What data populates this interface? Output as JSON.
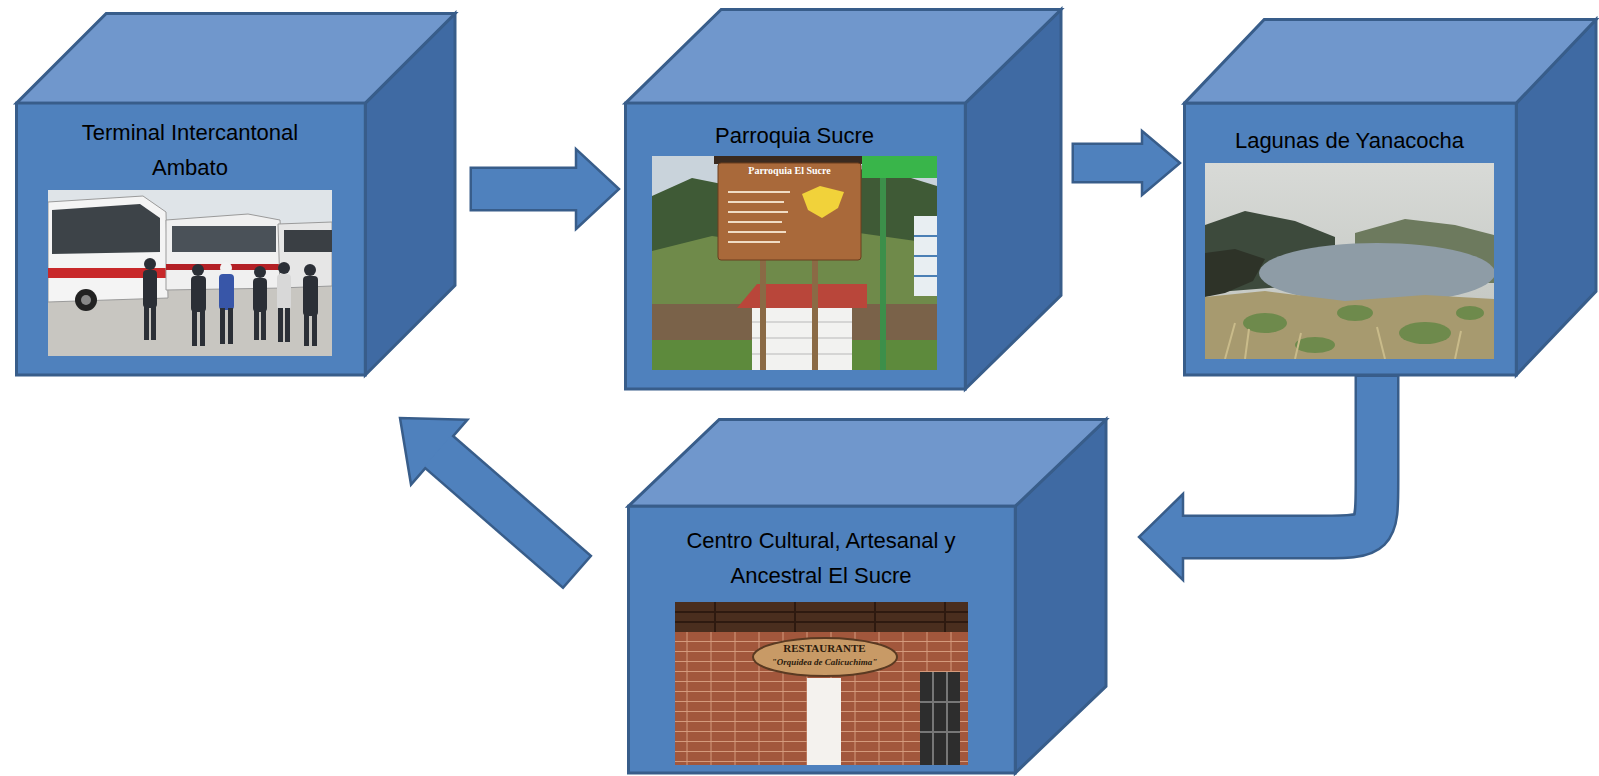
{
  "diagram": {
    "nodes": [
      {
        "text": [
          "Terminal Intercantonal Ambato"
        ]
      },
      {
        "text": [
          "Parroquia Sucre"
        ]
      },
      {
        "text": [
          "Lagunas de Yanacocha"
        ]
      },
      {
        "text": [
          "Centro Cultural, Artesanal y Ancestral El Sucre"
        ]
      }
    ],
    "edges": [
      {
        "from": 0,
        "to": 1,
        "arrow": "to"
      },
      {
        "from": 1,
        "to": 2,
        "arrow": "to"
      },
      {
        "from": 2,
        "to": 3,
        "arrow": "to"
      },
      {
        "from": 3,
        "to": 0,
        "arrow": "to"
      }
    ],
    "labels": [
      "Parroquia El Sucre",
      "RESTAURANTE",
      "\"Orquidea de Calicuchima\""
    ]
  }
}
